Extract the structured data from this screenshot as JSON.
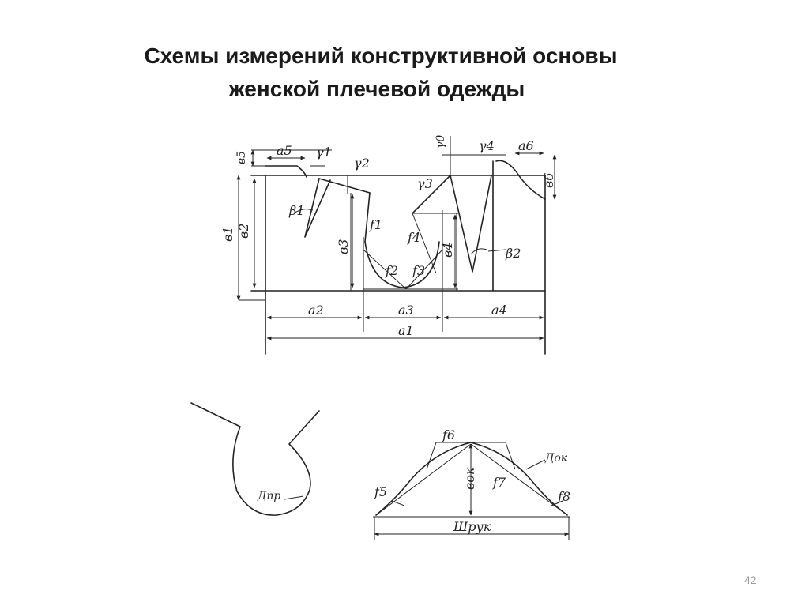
{
  "slide": {
    "title_line1": "Схемы измерений конструктивной основы",
    "title_line2": "женской плечевой одежды",
    "page_number": "42"
  },
  "colors": {
    "ink": "#222222",
    "title": "#1a1a1a",
    "page_number": "#9a9a9a",
    "background": "#ffffff"
  },
  "diagram_main": {
    "labels": {
      "b5": "в5",
      "a5": "а5",
      "g1": "γ1",
      "g2": "γ2",
      "beta1": "β1",
      "b1": "в1",
      "b2": "в2",
      "f1": "f1",
      "b3": "в3",
      "f2": "f2",
      "f3": "f3",
      "f4": "f4",
      "g3": "γ3",
      "b4": "в4",
      "g0": "γ0",
      "g4": "γ4",
      "a6": "а6",
      "b6": "в6",
      "beta2": "β2",
      "a2": "а2",
      "a3": "а3",
      "a4": "а4",
      "a1": "а1"
    }
  },
  "diagram_armhole": {
    "labels": {
      "dpr": "Дпр"
    }
  },
  "diagram_sleeve": {
    "labels": {
      "f6": "f6",
      "vok": "вок",
      "dok": "Док",
      "f5": "f5",
      "f7": "f7",
      "f8": "f8",
      "shruk": "Шрук"
    }
  }
}
